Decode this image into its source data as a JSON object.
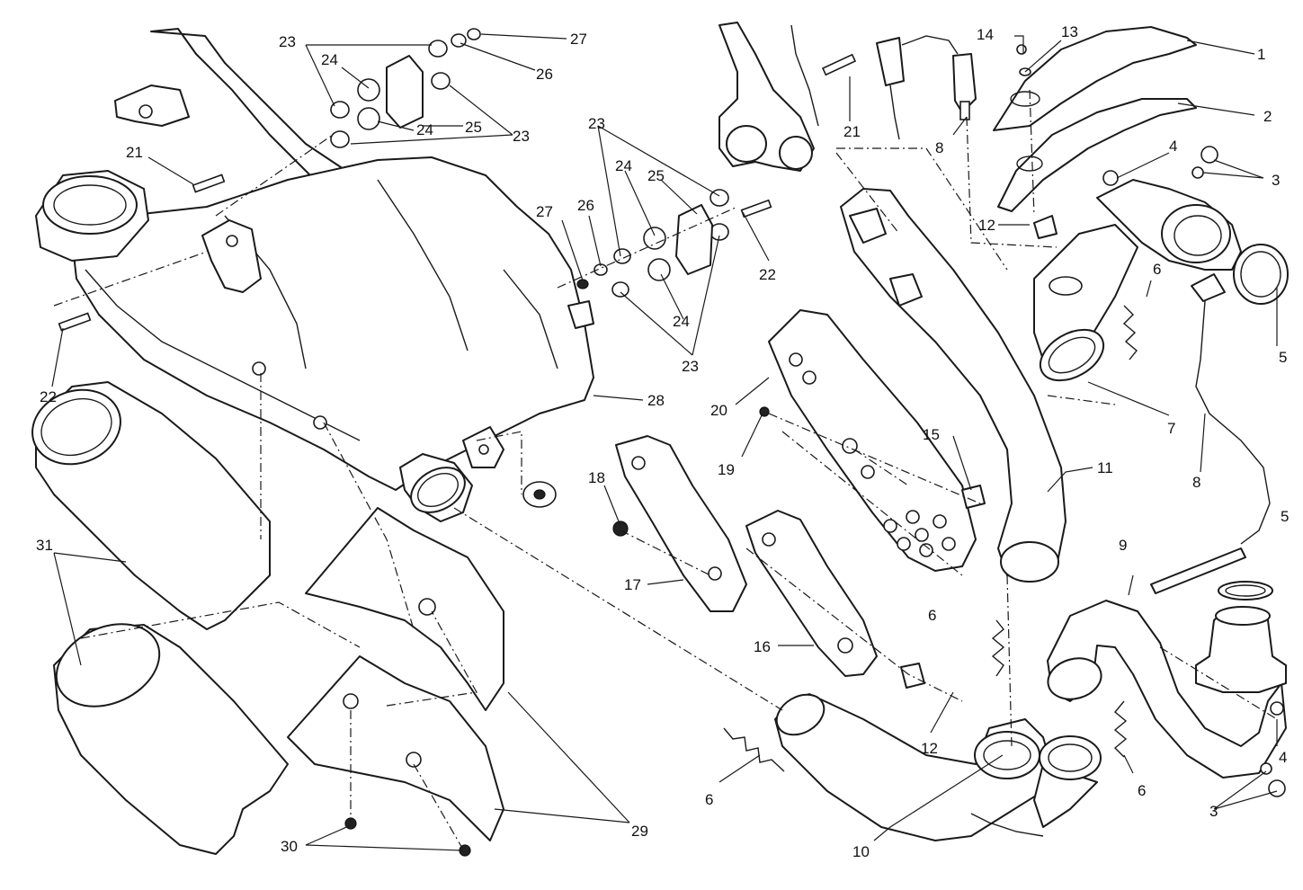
{
  "diagram": {
    "callouts": {
      "c1": "1",
      "c2": "2",
      "c3a": "3",
      "c3b": "3",
      "c4a": "4",
      "c4b": "4",
      "c5a": "5",
      "c5b": "5",
      "c6a": "6",
      "c6b": "6",
      "c6c": "6",
      "c6d": "6",
      "c7": "7",
      "c8a": "8",
      "c8b": "8",
      "c9": "9",
      "c10": "10",
      "c11": "11",
      "c12a": "12",
      "c12b": "12",
      "c13": "13",
      "c14": "14",
      "c15": "15",
      "c16": "16",
      "c17": "17",
      "c18": "18",
      "c19": "19",
      "c20": "20",
      "c21a": "21",
      "c21b": "21",
      "c22a": "22",
      "c22b": "22",
      "c23a": "23",
      "c23b": "23",
      "c23c": "23",
      "c23d": "23",
      "c24a": "24",
      "c24b": "24",
      "c24c": "24",
      "c24d": "24",
      "c25a": "25",
      "c25b": "25",
      "c26a": "26",
      "c26b": "26",
      "c27a": "27",
      "c27b": "27",
      "c28": "28",
      "c29": "29",
      "c30": "30",
      "c31": "31"
    }
  }
}
